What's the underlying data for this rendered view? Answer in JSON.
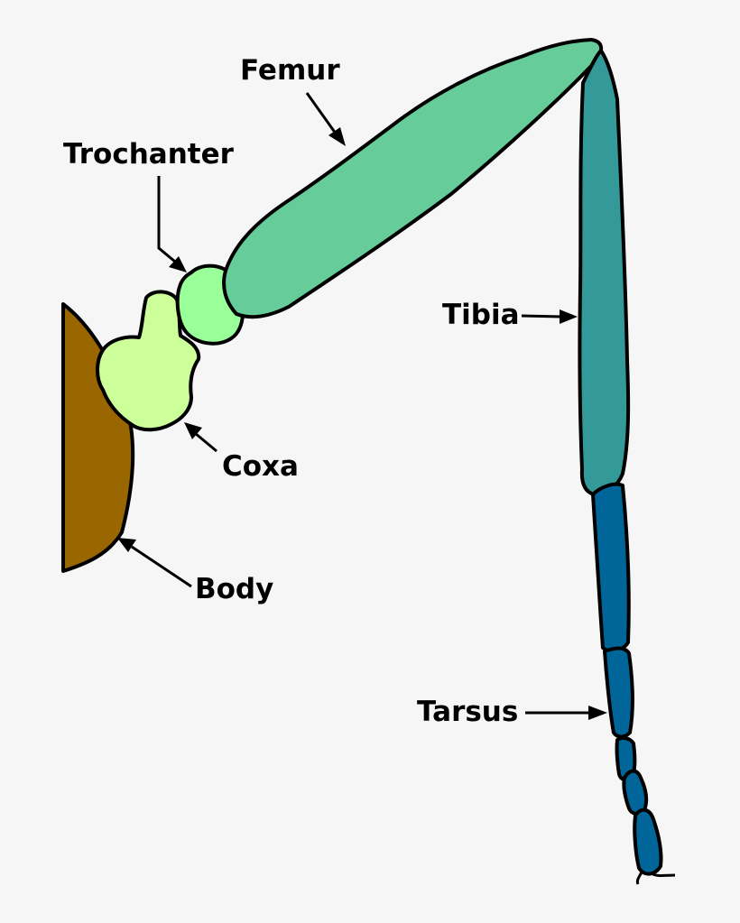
{
  "labels": {
    "femur": "Femur",
    "trochanter": "Trochanter",
    "tibia": "Tibia",
    "coxa": "Coxa",
    "body": "Body",
    "tarsus": "Tarsus"
  },
  "colors": {
    "background": "#f6f6f6",
    "body": "#996600",
    "coxa": "#ccff99",
    "trochanter": "#99ff99",
    "femur": "#66cc99",
    "tibia": "#339999",
    "tarsus": "#006699",
    "outline": "#000000"
  }
}
